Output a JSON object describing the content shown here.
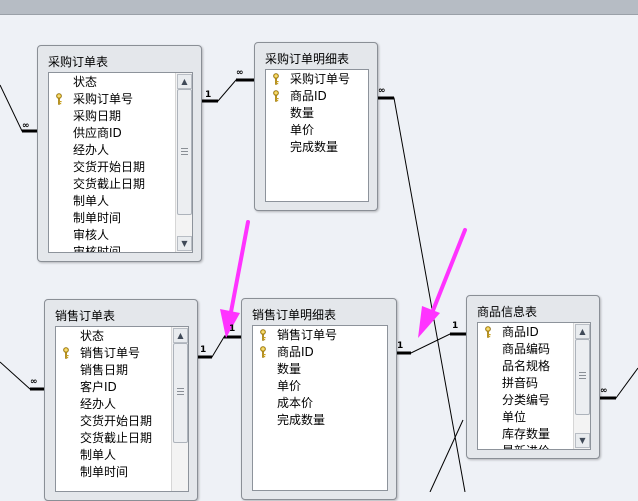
{
  "tables": {
    "purchase_order": {
      "title": "采购订单表",
      "fields": [
        {
          "name": "状态",
          "key": false
        },
        {
          "name": "采购订单号",
          "key": true
        },
        {
          "name": "采购日期",
          "key": false
        },
        {
          "name": "供应商ID",
          "key": false
        },
        {
          "name": "经办人",
          "key": false
        },
        {
          "name": "交货开始日期",
          "key": false
        },
        {
          "name": "交货截止日期",
          "key": false
        },
        {
          "name": "制单人",
          "key": false
        },
        {
          "name": "制单时间",
          "key": false
        },
        {
          "name": "审核人",
          "key": false
        },
        {
          "name": "审核时间",
          "key": false
        }
      ]
    },
    "purchase_order_detail": {
      "title": "采购订单明细表",
      "fields": [
        {
          "name": "采购订单号",
          "key": true
        },
        {
          "name": "商品ID",
          "key": true
        },
        {
          "name": "数量",
          "key": false
        },
        {
          "name": "单价",
          "key": false
        },
        {
          "name": "完成数量",
          "key": false
        }
      ]
    },
    "sales_order": {
      "title": "销售订单表",
      "fields": [
        {
          "name": "状态",
          "key": false
        },
        {
          "name": "销售订单号",
          "key": true
        },
        {
          "name": "销售日期",
          "key": false
        },
        {
          "name": "客户ID",
          "key": false
        },
        {
          "name": "经办人",
          "key": false
        },
        {
          "name": "交货开始日期",
          "key": false
        },
        {
          "name": "交货截止日期",
          "key": false
        },
        {
          "name": "制单人",
          "key": false
        },
        {
          "name": "制单时间",
          "key": false
        }
      ]
    },
    "sales_order_detail": {
      "title": "销售订单明细表",
      "fields": [
        {
          "name": "销售订单号",
          "key": true
        },
        {
          "name": "商品ID",
          "key": true
        },
        {
          "name": "数量",
          "key": false
        },
        {
          "name": "单价",
          "key": false
        },
        {
          "name": "成本价",
          "key": false
        },
        {
          "name": "完成数量",
          "key": false
        }
      ]
    },
    "product_info": {
      "title": "商品信息表",
      "fields": [
        {
          "name": "商品ID",
          "key": true
        },
        {
          "name": "商品编码",
          "key": false
        },
        {
          "name": "品名规格",
          "key": false
        },
        {
          "name": "拼音码",
          "key": false
        },
        {
          "name": "分类编号",
          "key": false
        },
        {
          "name": "单位",
          "key": false
        },
        {
          "name": "库存数量",
          "key": false
        },
        {
          "name": "最新进价",
          "key": false
        }
      ]
    }
  },
  "relationship_labels": {
    "one": "1",
    "many": "∞"
  },
  "colors": {
    "arrow": "#ff33ff",
    "line": "#000000",
    "background": "#eef1f6"
  }
}
